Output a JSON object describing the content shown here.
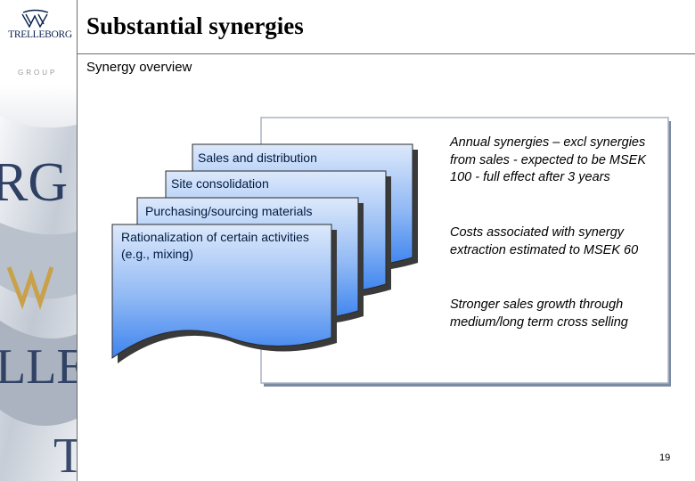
{
  "header": {
    "title": "Substantial synergies",
    "subtitle": "Synergy overview"
  },
  "logo": {
    "name": "TRELLEBORG",
    "group": "GROUP"
  },
  "cards": [
    {
      "label": "Sales and distribution"
    },
    {
      "label": "Site consolidation"
    },
    {
      "label": "Purchasing/sourcing materials"
    },
    {
      "label": "Rationalization of certain activities (e.g., mixing)"
    }
  ],
  "bullets": [
    {
      "text": "Annual synergies – excl synergies from sales - expected to be MSEK 100 - full effect after 3 years"
    },
    {
      "text": "Costs associated with synergy extraction estimated to MSEK 60"
    },
    {
      "text": "Stronger sales growth through medium/long term cross selling"
    }
  ],
  "page_number": "19",
  "colors": {
    "card_gradient_light": "#d8e6fb",
    "card_gradient_dark": "#4a8df0",
    "panel_border": "#8c9ab0",
    "title_text": "#000000"
  }
}
